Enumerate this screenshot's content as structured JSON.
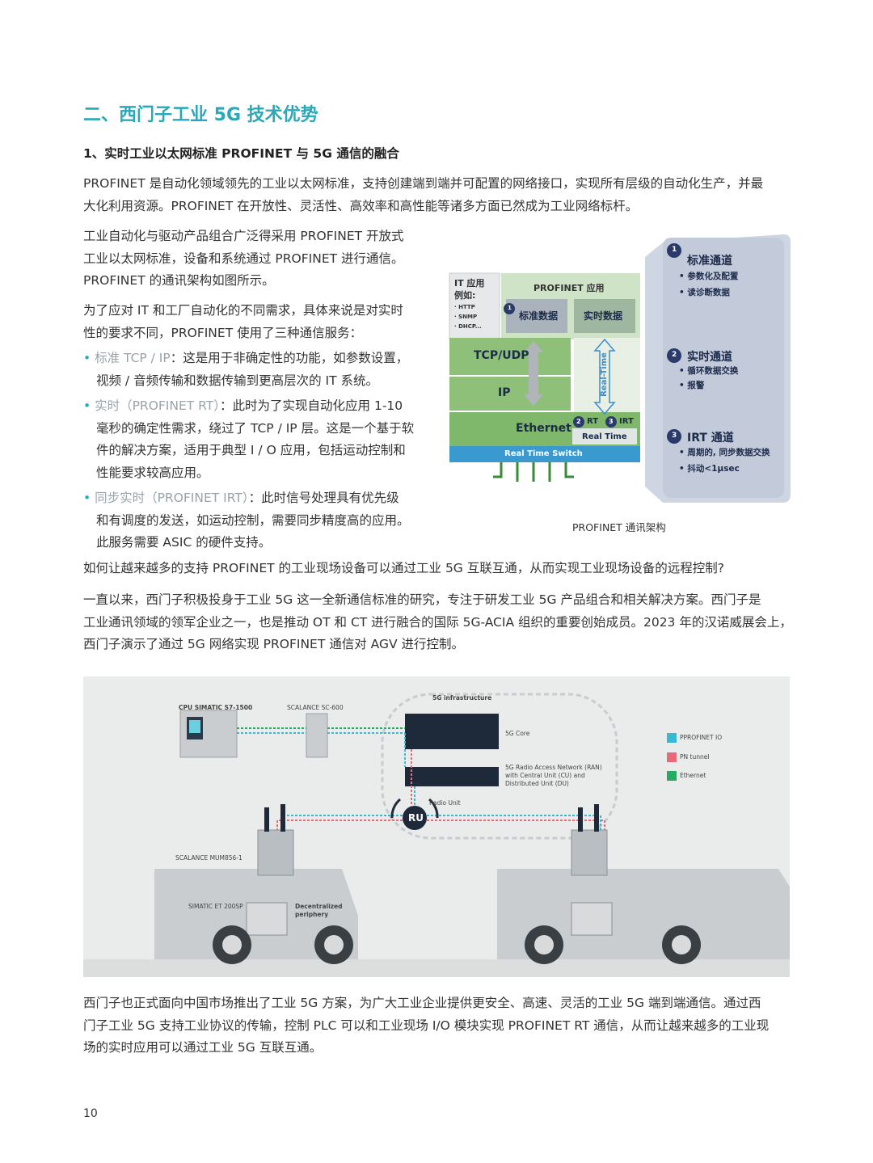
{
  "section_title": "二、西门子工业 5G 技术优势",
  "subsection_title": "1、实时工业以太网标准 PROFINET 与 5G 通信的融合",
  "para1": [
    "PROFINET 是自动化领域领先的工业以太网标准，支持创建端到端并可配置的网络接口，实现所有层级的自动化生产，并最",
    "大化利用资源。PROFINET 在开放性、灵活性、高效率和高性能等诸多方面已然成为工业网络标杆。"
  ],
  "para2": [
    "工业自动化与驱动产品组合广泛得采用 PROFINET 开放式",
    "工业以太网标准，设备和系统通过 PROFINET 进行通信。",
    "PROFINET 的通讯架构如图所示。"
  ],
  "para3": [
    "为了应对 IT 和工厂自动化的不同需求，具体来说是对实时",
    "性的要求不同，PROFINET 使用了三种通信服务："
  ],
  "bullets": [
    {
      "head": "标准 TCP / IP",
      "lines": [
        "：这是用于非确定性的功能，如参数设置，",
        "视频 / 音频传输和数据传输到更高层次的 IT 系统。"
      ]
    },
    {
      "head": "实时（PROFINET RT）",
      "lines": [
        "：此时为了实现自动化应用 1-10",
        "毫秒的确定性需求，绕过了 TCP / IP 层。这是一个基于软",
        "件的解决方案，适用于典型 I / O 应用，包括运动控制和",
        "性能要求较高应用。"
      ]
    },
    {
      "head": "同步实时（PROFINET IRT）",
      "lines": [
        "：此时信号处理具有优先级",
        "和有调度的发送，如运动控制，需要同步精度高的应用。",
        "此服务需要 ASIC 的硬件支持。"
      ]
    }
  ],
  "para4": "如何让越来越多的支持 PROFINET 的工业现场设备可以通过工业 5G 互联互通，从而实现工业现场设备的远程控制?",
  "para5": [
    "一直以来，西门子积极投身于工业 5G 这一全新通信标准的研究，专注于研发工业 5G 产品组合和相关解决方案。西门子是",
    "工业通讯领域的领军企业之一，也是推动 OT 和 CT 进行融合的国际 5G-ACIA 组织的重要创始成员。2023 年的汉诺威展会上，",
    "西门子演示了通过 5G 网络实现 PROFINET 通信对 AGV 进行控制。"
  ],
  "para6": [
    "西门子也正式面向中国市场推出了工业 5G 方案，为广大工业企业提供更安全、高速、灵活的工业 5G 端到端通信。通过西",
    "门子工业 5G 支持工业协议的传输，控制 PLC 可以和工业现场 I/O 模块实现 PROFINET RT 通信，从而让越来越多的工业现",
    "场的实时应用可以通过工业 5G 互联互通。"
  ],
  "fig1": {
    "caption": "PROFINET 通讯架构",
    "it_title": "IT 应用",
    "it_sub": "例如:",
    "it_items": [
      "· HTTP",
      "· SNMP",
      "· DHCP..."
    ],
    "profinet_app": "PROFINET 应用",
    "std_data": "标准数据",
    "rt_data": "实时数据",
    "tcp": "TCP/UDP",
    "ip": "IP",
    "realtime_vertical": "Real-Time",
    "ethernet": "Ethernet",
    "rt": "RT",
    "irt": "IRT",
    "real_time": "Real Time",
    "switch": "Real Time Switch",
    "num1": "1",
    "num2": "2",
    "num3": "3",
    "panel": [
      {
        "num": "1",
        "title": "标准通道",
        "items": [
          "参数化及配置",
          "读诊断数据"
        ]
      },
      {
        "num": "2",
        "title": "实时通道",
        "items": [
          "循环数据交换",
          "报警"
        ]
      },
      {
        "num": "3",
        "title": "IRT 通道",
        "items": [
          "周期的, 同步数据交换",
          "抖动<1μsec"
        ]
      }
    ]
  },
  "fig2": {
    "cpu": "CPU SIMATIC S7-1500",
    "scalance_sc": "SCALANCE SC-600",
    "infra": "5G infrastructure",
    "core": "5G Core",
    "ran": [
      "5G Radio Access Network (RAN)",
      "with Central Unit (CU) and",
      "Distributed Unit (DU)"
    ],
    "ru": "RU",
    "radio_unit": "Radio Unit",
    "mum": "SCALANCE MUM856-1",
    "et": "SIMATIC ET 200SP",
    "decentral": [
      "Decentralized",
      "periphery"
    ],
    "legend": [
      {
        "label": "PPROFINET IO",
        "color": "#3ab8d0"
      },
      {
        "label": "PN tunnel",
        "color": "#e86a7a"
      },
      {
        "label": "Ethernet",
        "color": "#2aa86a"
      }
    ]
  },
  "page_number": "10"
}
